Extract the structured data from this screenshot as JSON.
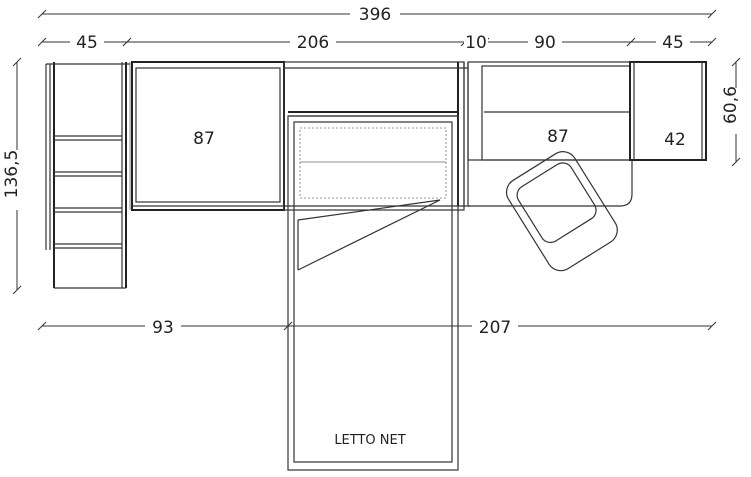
{
  "dimensions": {
    "overall_width": "396",
    "seg_left": "45",
    "seg_middle": "206",
    "seg_gap": "10",
    "seg_right": "90",
    "seg_far_right": "45",
    "height_left": "136,5",
    "height_right": "60,6",
    "bottom_left": "93",
    "bottom_right": "207"
  },
  "labels": {
    "left_module_depth": "87",
    "right_module_depth": "87",
    "end_module_depth": "42",
    "bed_label": "LETTO NET"
  }
}
